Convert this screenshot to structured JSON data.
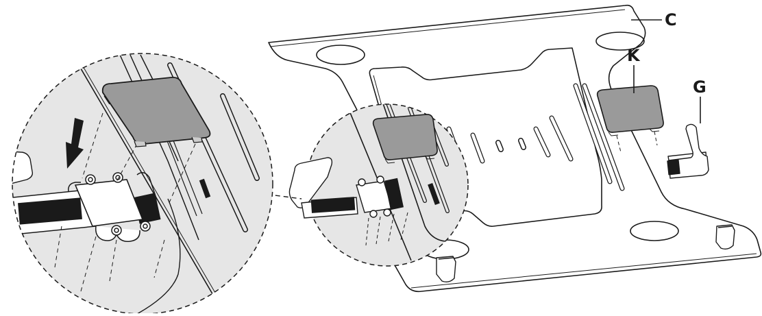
{
  "diagram": {
    "type": "assembly-instruction",
    "subject": "laptop stand plate with sliding holders and pads",
    "colors": {
      "line": "#1a1a1a",
      "detail_circle_fill": "#e6e6e6",
      "pad_fill": "#9a9a9a",
      "background": "#ffffff"
    }
  },
  "labels": {
    "C": "C",
    "K": "K",
    "G": "G"
  },
  "callouts": [
    {
      "label": "C",
      "target": "stand plate"
    },
    {
      "label": "K",
      "target": "pad"
    },
    {
      "label": "G",
      "target": "front holder / hook"
    }
  ],
  "detail_view": {
    "description": "enlarged view: pad pressed down onto slider bracket",
    "arrow_icon": "down-left-arrow"
  }
}
